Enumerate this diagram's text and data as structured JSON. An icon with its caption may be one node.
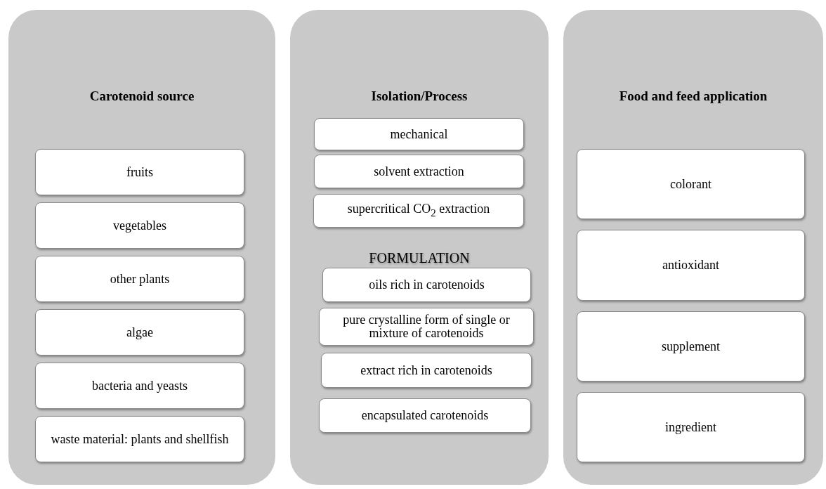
{
  "diagram": {
    "nodes": [
      {
        "text": [
          "Carotenoid source"
        ]
      },
      {
        "text": [
          "fruits"
        ],
        "in": 0
      },
      {
        "text": [
          "vegetables"
        ],
        "in": 0
      },
      {
        "text": [
          "other plants"
        ],
        "in": 0
      },
      {
        "text": [
          "algae"
        ],
        "in": 0
      },
      {
        "text": [
          "bacteria and yeasts"
        ],
        "in": 0
      },
      {
        "text": [
          "waste material: plants and shellfish"
        ],
        "in": 0
      },
      {
        "text": [
          "Isolation/Process"
        ]
      },
      {
        "text": [
          "mechanical"
        ],
        "in": 7
      },
      {
        "text": [
          "solvent extraction"
        ],
        "in": 7
      },
      {
        "text": [
          "supercritical CO$_{2}$ extraction"
        ],
        "in": 7
      },
      {
        "text": [
          "oils rich in carotenoids"
        ],
        "in": 7
      },
      {
        "text": [
          "pure crystalline form of single or mixture of carotenoids"
        ],
        "in": 7
      },
      {
        "text": [
          "extract rich in carotenoids"
        ],
        "in": 7
      },
      {
        "text": [
          "encapsulated carotenoids"
        ],
        "in": 7
      },
      {
        "text": [
          "Food and feed application"
        ]
      },
      {
        "text": [
          "colorant"
        ],
        "in": 15
      },
      {
        "text": [
          "antioxidant"
        ],
        "in": 15
      },
      {
        "text": [
          "supplement"
        ],
        "in": 15
      },
      {
        "text": [
          "ingredient"
        ],
        "in": 15
      }
    ],
    "labels": [
      "FORMULATION"
    ]
  }
}
